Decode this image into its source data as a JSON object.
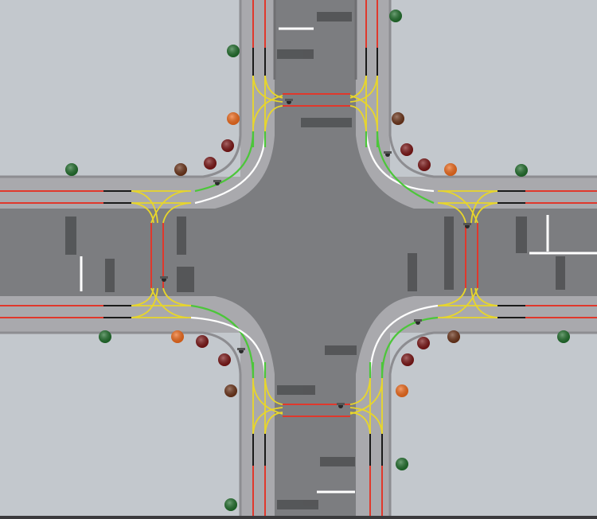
{
  "scene": {
    "kind": "top-down intersection simulation",
    "colors": {
      "ground": "#c3c8cd",
      "asphalt": "#7a7b7e",
      "sidewalk": "#a6a6aa",
      "curb": "#8c8c90",
      "lane_red": "#e0382c",
      "lane_black": "#1a1a1a",
      "lane_yellow": "#e8d62a",
      "lane_green": "#4cc63a",
      "lane_white": "#ffffff",
      "tree_green": "#1f6d2a",
      "tree_darkred": "#7a1414",
      "tree_brown": "#6b3318",
      "tree_orange": "#f06a1a"
    },
    "objects": {
      "trees": [
        {
          "color": "green"
        },
        {
          "color": "green"
        },
        {
          "color": "orange"
        },
        {
          "color": "darkred"
        },
        {
          "color": "darkred"
        },
        {
          "color": "brown"
        },
        {
          "color": "green"
        },
        {
          "color": "brown"
        },
        {
          "color": "darkred"
        },
        {
          "color": "darkred"
        },
        {
          "color": "orange"
        },
        {
          "color": "green"
        },
        {
          "color": "green"
        },
        {
          "color": "orange"
        },
        {
          "color": "darkred"
        },
        {
          "color": "darkred"
        },
        {
          "color": "brown"
        },
        {
          "color": "green"
        },
        {
          "color": "darkred"
        },
        {
          "color": "darkred"
        },
        {
          "color": "brown"
        },
        {
          "color": "orange"
        },
        {
          "color": "green"
        },
        {
          "color": "green"
        }
      ],
      "pedestrians": [
        {
          "id": "p1"
        },
        {
          "id": "p2"
        },
        {
          "id": "p3"
        },
        {
          "id": "p4"
        },
        {
          "id": "p5"
        },
        {
          "id": "p6"
        },
        {
          "id": "p7"
        },
        {
          "id": "p8"
        }
      ]
    }
  }
}
